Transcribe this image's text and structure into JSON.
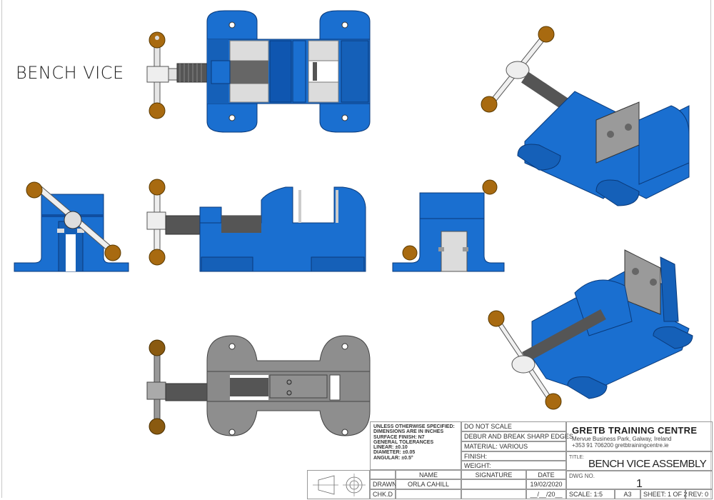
{
  "drawing": {
    "title": "BENCH VICE",
    "views": [
      {
        "name": "top-view",
        "style": "shaded-blue"
      },
      {
        "name": "end-view-left",
        "style": "shaded-blue"
      },
      {
        "name": "front-view",
        "style": "shaded-blue"
      },
      {
        "name": "end-view-right",
        "style": "shaded-blue"
      },
      {
        "name": "bottom-view",
        "style": "shaded-grey"
      },
      {
        "name": "isometric-view-1",
        "style": "shaded-blue"
      },
      {
        "name": "isometric-view-2",
        "style": "shaded-blue"
      }
    ],
    "colors": {
      "body": "#1a6fd0",
      "body_dark": "#0f4ea0",
      "handle": "#e8e8e8",
      "knob": "#a86a10",
      "jaw": "#d9d9d9",
      "screw": "#555555",
      "bottom_grey": "#8e8e8e"
    }
  },
  "title_block": {
    "notes": [
      "UNLESS OTHERWISE SPECIFIED:",
      "DIMENSIONS ARE IN INCHES",
      "SURFACE FINISH: N7",
      "GENERAL TOLERANCES",
      "LINEAR: ±0.10",
      "DIAMETER: ±0.05",
      "ANGULAR: ±0.5°"
    ],
    "do_not_scale": "DO NOT SCALE",
    "debur": "DEBUR AND BREAK SHARP EDGES",
    "material": "MATERIAL: VARIOUS",
    "finish": "FINISH:",
    "weight": "WEIGHT:",
    "headers": {
      "name": "NAME",
      "signature": "SIGNATURE",
      "date": "DATE"
    },
    "rows": [
      {
        "role": "DRAWN",
        "name": "ORLA CAHILL",
        "signature": "",
        "date": "19/02/2020"
      },
      {
        "role": "CHK.D",
        "name": "",
        "signature": "",
        "date": "__/__/20__"
      }
    ],
    "company": "GRETB TRAINING CENTRE",
    "address": "Mervue Business Park, Galway, Ireland",
    "contact": "+353 91 706200   gretbtrainingcentre.ie",
    "title_label": "TITLE:",
    "title": "BENCH VICE ASSEMBLY",
    "dwg_label": "DWG NO.",
    "dwg_no": "1",
    "scale": "SCALE:  1:5",
    "size": "A3",
    "sheet": "SHEET: 1 OF 2",
    "rev": "REV: 0"
  }
}
